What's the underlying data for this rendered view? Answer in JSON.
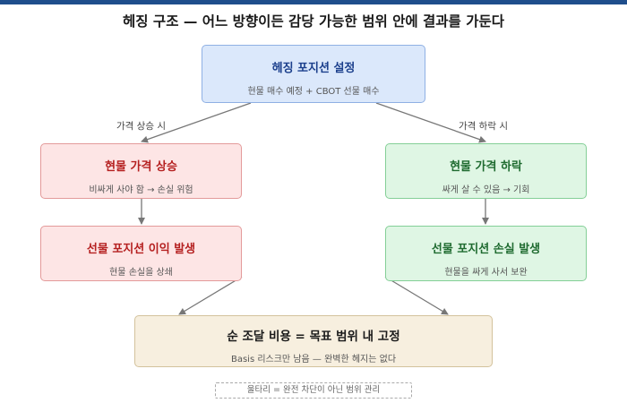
{
  "title": "헤징 구조 — 어느 방향이든 감당 가능한 범위 안에 결과를 가둔다",
  "nodes": {
    "top": {
      "main": "헤징 포지션 설정",
      "sub": "현물 매수 예정 + CBOT 선물 매수"
    },
    "spot_up": {
      "main": "현물 가격 상승",
      "sub": "비싸게 사야 함 → 손실 위험"
    },
    "futures_gain": {
      "main": "선물 포지션 이익 발생",
      "sub": "현물 손실을 상쇄"
    },
    "spot_down": {
      "main": "현물 가격 하락",
      "sub": "싸게 살 수 있음 → 기회"
    },
    "futures_loss": {
      "main": "선물 포지션 손실 발생",
      "sub": "현물을 싸게 사서 보완"
    },
    "bottom": {
      "main": "순 조달 비용 = 목표 범위 내 고정",
      "sub": "Basis 리스크만 남음 — 완벽한 헤지는 없다"
    }
  },
  "edge_labels": {
    "left": "가격 상승 시",
    "right": "가격 하락 시"
  },
  "note": "울타리 = 완전 차단이 아닌 범위 관리",
  "colors": {
    "top_bar": "#1f4e8c",
    "blue_fill": "#dbe8fb",
    "red_fill": "#fde5e5",
    "green_fill": "#dff6e4",
    "beige_fill": "#f7efdf",
    "arrow": "#777777"
  }
}
